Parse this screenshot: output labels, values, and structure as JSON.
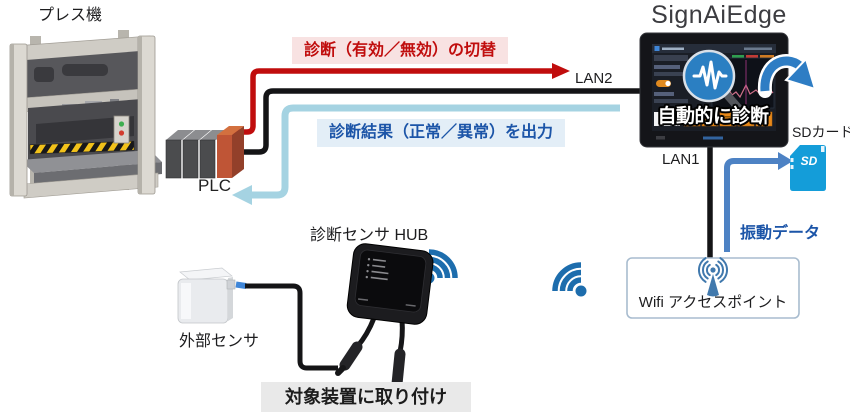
{
  "product": {
    "title": "SignAiEdge",
    "screen_caption": "自動的に診断"
  },
  "devices": {
    "press": {
      "label": "プレス機"
    },
    "plc": {
      "label": "PLC"
    },
    "hub": {
      "label": "診断センサ HUB"
    },
    "external_sensor": {
      "label": "外部センサ"
    },
    "wifi_ap": {
      "label": "Wifi アクセスポイント"
    },
    "sd_card": {
      "label": "SDカード",
      "logo": "SD"
    }
  },
  "connections": {
    "toggle": {
      "label": "診断（有効／無効）の切替",
      "color": "#c00d0d"
    },
    "result": {
      "label": "診断結果（正常／異常）を出力",
      "color": "#a5d3e2"
    },
    "lan1": {
      "label": "LAN1"
    },
    "lan2": {
      "label": "LAN2"
    },
    "vibration": {
      "label": "振動データ",
      "color": "#4d82c4"
    }
  },
  "notes": {
    "mount": {
      "label": "対象装置に取り付け"
    }
  },
  "colors": {
    "red_accent": "#c00d0d",
    "red_label_bg": "#f8e2e2",
    "blue_text": "#1c55a8",
    "blue_label_bg": "#e3eef7",
    "light_blue_line": "#a5d3e2",
    "data_arrow_blue": "#4d82c4",
    "wifi_blue": "#1d6dad",
    "sd_card_blue": "#149dd9",
    "note_bg": "#e9e9e9",
    "cable_black": "#141416"
  }
}
